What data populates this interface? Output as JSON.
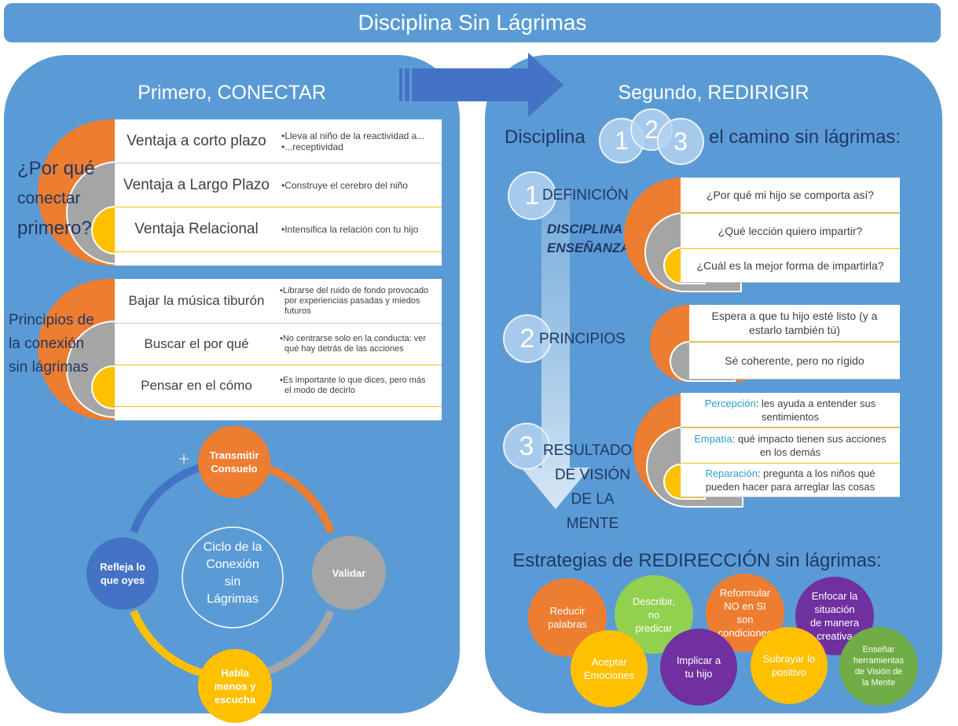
{
  "title": "Disciplina Sin Lágrimas",
  "left": {
    "heading": "Primero, CONECTAR",
    "why": {
      "question_lines": [
        "¿Por qué",
        "conectar",
        "primero?"
      ],
      "rows": [
        {
          "label": "Ventaja a corto plazo",
          "bullets": [
            "•Lleva al niño de la reactividad a...",
            "•...receptividad"
          ]
        },
        {
          "label": "Ventaja a Largo Plazo",
          "bullets": [
            "•Construye el cerebro del niño"
          ]
        },
        {
          "label": "Ventaja Relacional",
          "bullets": [
            "•Intensifica la relación con tu hijo"
          ]
        }
      ]
    },
    "principles": {
      "label_lines": [
        "Principios de",
        "la conexión",
        "sin lágrimas"
      ],
      "rows": [
        {
          "label": "Bajar la música tiburón",
          "bullets": [
            "•Librarse del ruido de fondo provocado",
            "por experiencias pasadas y miedos",
            "futuros"
          ]
        },
        {
          "label": "Buscar el por qué",
          "bullets": [
            "•No centrarse solo en la conducta: ver",
            "qué hay detrás de las acciones"
          ]
        },
        {
          "label": "Pensar en el cómo",
          "bullets": [
            "•Es importante lo que dices, pero más",
            "el modo de decirlo"
          ]
        }
      ]
    },
    "cycle": {
      "center_lines": [
        "Ciclo de la",
        "Conexión",
        "sin",
        "Lágrimas"
      ],
      "nodes": [
        {
          "lines": [
            "Transmitir",
            "Consuelo"
          ],
          "color": "#ed7d31"
        },
        {
          "lines": [
            "Validar"
          ],
          "color": "#a5a5a5"
        },
        {
          "lines": [
            "Habla",
            "menos y",
            "escucha"
          ],
          "color": "#ffc000"
        },
        {
          "lines": [
            "Refleja lo",
            "que oyes"
          ],
          "color": "#4472c4"
        }
      ]
    }
  },
  "right": {
    "heading": "Segundo, REDIRIGIR",
    "discipline_prefix": "Disciplina",
    "discipline_suffix": "el camino sin lágrimas:",
    "numbers": [
      "1",
      "2",
      "3"
    ],
    "definition": {
      "label": "DEFINICIÓN",
      "equation_lines": [
        "DISCIPLINA =",
        "ENSEÑANZA"
      ],
      "rows": [
        "¿Por qué mi hijo se comporta así?",
        "¿Qué lección quiero impartir?",
        "¿Cuál es la mejor forma de impartirla?"
      ]
    },
    "principles": {
      "label": "PRINCIPIOS",
      "rows": [
        [
          "Espera a que tu hijo esté listo (y a",
          "estarlo también tú)"
        ],
        [
          "Sé coherente, pero no rígido"
        ]
      ]
    },
    "results": {
      "label_lines": [
        "RESULTADOS",
        "DE VISIÓN",
        "DE LA",
        "MENTE"
      ],
      "rows": [
        {
          "term": "Percepción",
          "lines": [
            ": les ayuda a entender sus",
            "sentimientos"
          ]
        },
        {
          "term": "Empatía",
          "lines": [
            ": qué impacto tienen sus acciones",
            "en los demás"
          ]
        },
        {
          "term": "Reparación",
          "lines": [
            ": pregunta a los niños qué",
            "pueden hacer para arreglar las cosas"
          ]
        }
      ]
    },
    "strategies": {
      "heading": "Estrategias de REDIRECCIÓN sin lágrimas:",
      "items": [
        {
          "lines": [
            "Reducir",
            "palabras"
          ],
          "color": "#ed7d31"
        },
        {
          "lines": [
            "Aceptar",
            "Emociones"
          ],
          "color": "#ffc000"
        },
        {
          "lines": [
            "Describir,",
            "no",
            "predicar"
          ],
          "color": "#92d050"
        },
        {
          "lines": [
            "Implicar a",
            "tu hijo"
          ],
          "color": "#7030a0"
        },
        {
          "lines": [
            "Reformular",
            "NO en SI",
            "son",
            "condiciones"
          ],
          "color": "#ed7d31"
        },
        {
          "lines": [
            "Subrayar lo",
            "positivo"
          ],
          "color": "#ffc000"
        },
        {
          "lines": [
            "Enfocar la",
            "situación",
            "de manera",
            "creativa"
          ],
          "color": "#7030a0"
        },
        {
          "lines": [
            "Enseñar",
            "herramientas",
            "de Visión de",
            "la Mente"
          ],
          "color": "#70ad47"
        }
      ]
    }
  }
}
